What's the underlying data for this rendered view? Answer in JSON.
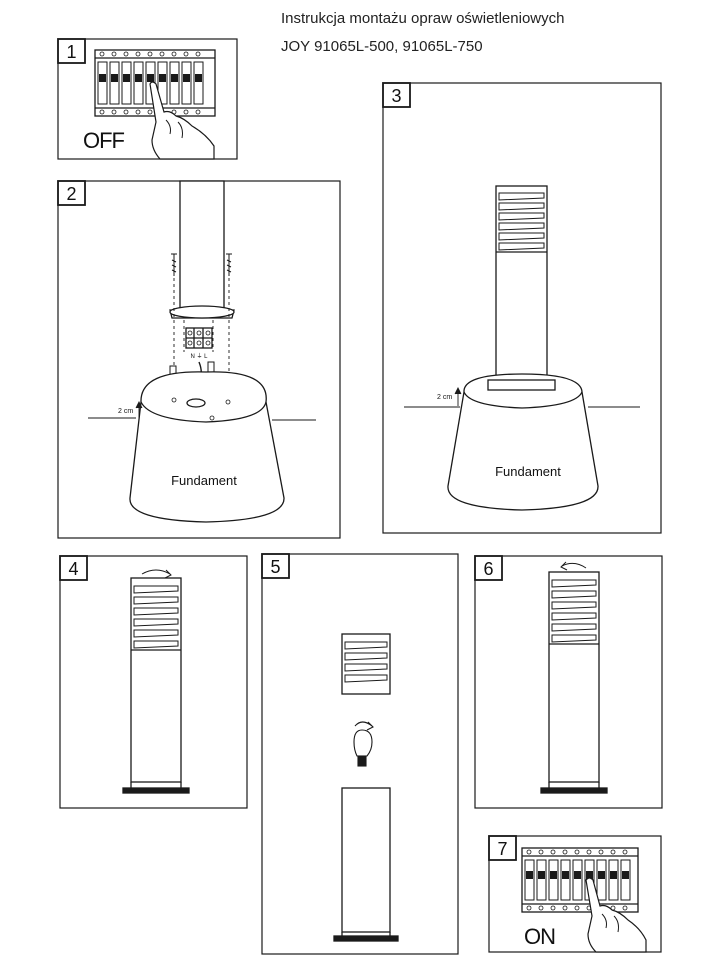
{
  "header": {
    "title": "Instrukcja montażu opraw oświetleniowych",
    "models": "JOY 91065L-500, 91065L-750"
  },
  "steps": [
    {
      "number": "1",
      "label": "OFF"
    },
    {
      "number": "2",
      "label": "Fundament",
      "dimension": "2 cm",
      "terminal_marks": "N ⏚ L"
    },
    {
      "number": "3",
      "label": "Fundament",
      "dimension": "2 cm"
    },
    {
      "number": "4"
    },
    {
      "number": "5"
    },
    {
      "number": "6"
    },
    {
      "number": "7",
      "label": "ON"
    }
  ],
  "colors": {
    "line": "#1a1a1a",
    "panel_fill": "#ffffff"
  }
}
